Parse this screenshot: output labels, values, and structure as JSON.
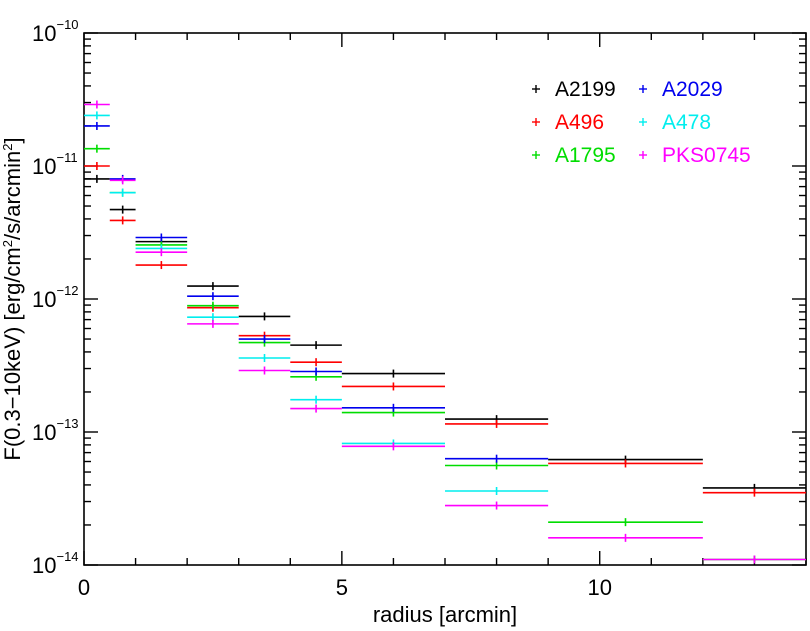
{
  "chart_data": {
    "type": "scatter",
    "xlabel": "radius [arcmin]",
    "ylabel_parts": {
      "prefix": "F(0.3−10keV) [erg/cm",
      "sup1": "2",
      "mid": "/s/arcmin",
      "sup2": "2",
      "suffix": "]"
    },
    "xlim": [
      0,
      14
    ],
    "ylim": [
      1e-14,
      1e-10
    ],
    "yscale": "log",
    "x_ticks": [
      {
        "value": 0,
        "label": "0"
      },
      {
        "value": 5,
        "label": "5"
      },
      {
        "value": 10,
        "label": "10"
      }
    ],
    "y_ticks": [
      {
        "value": 1e-14,
        "mantissa": "10",
        "exponent": "−14"
      },
      {
        "value": 1e-13,
        "mantissa": "10",
        "exponent": "−13"
      },
      {
        "value": 1e-12,
        "mantissa": "10",
        "exponent": "−12"
      },
      {
        "value": 1e-11,
        "mantissa": "10",
        "exponent": "−11"
      },
      {
        "value": 1e-10,
        "mantissa": "10",
        "exponent": "−10"
      }
    ],
    "legend": "top-right",
    "series": [
      {
        "name": "A2199",
        "color": "#000000",
        "points": [
          {
            "x0": 0,
            "x1": 0.5,
            "y": 8e-12
          },
          {
            "x0": 0.5,
            "x1": 1.0,
            "y": 4.7e-12
          },
          {
            "x0": 1.0,
            "x1": 2.0,
            "y": 2.7e-12
          },
          {
            "x0": 2.0,
            "x1": 3.0,
            "y": 1.25e-12
          },
          {
            "x0": 3.0,
            "x1": 4.0,
            "y": 7.4e-13
          },
          {
            "x0": 4.0,
            "x1": 5.0,
            "y": 4.5e-13
          },
          {
            "x0": 5.0,
            "x1": 7.0,
            "y": 2.75e-13
          },
          {
            "x0": 7.0,
            "x1": 9.0,
            "y": 1.25e-13
          },
          {
            "x0": 9.0,
            "x1": 12.0,
            "y": 6.2e-14
          },
          {
            "x0": 12.0,
            "x1": 14.0,
            "y": 3.8e-14
          }
        ]
      },
      {
        "name": "A496",
        "color": "#ff0000",
        "points": [
          {
            "x0": 0,
            "x1": 0.5,
            "y": 1e-11
          },
          {
            "x0": 0.5,
            "x1": 1.0,
            "y": 3.9e-12
          },
          {
            "x0": 1.0,
            "x1": 2.0,
            "y": 1.8e-12
          },
          {
            "x0": 2.0,
            "x1": 3.0,
            "y": 8.6e-13
          },
          {
            "x0": 3.0,
            "x1": 4.0,
            "y": 5.3e-13
          },
          {
            "x0": 4.0,
            "x1": 5.0,
            "y": 3.35e-13
          },
          {
            "x0": 5.0,
            "x1": 7.0,
            "y": 2.2e-13
          },
          {
            "x0": 7.0,
            "x1": 9.0,
            "y": 1.15e-13
          },
          {
            "x0": 9.0,
            "x1": 12.0,
            "y": 5.8e-14
          },
          {
            "x0": 12.0,
            "x1": 14.0,
            "y": 3.5e-14
          }
        ]
      },
      {
        "name": "A1795",
        "color": "#00dd00",
        "points": [
          {
            "x0": 0,
            "x1": 0.5,
            "y": 1.35e-11
          },
          {
            "x0": 0.5,
            "x1": 1.0,
            "y": 6.3e-12
          },
          {
            "x0": 1.0,
            "x1": 2.0,
            "y": 2.55e-12
          },
          {
            "x0": 2.0,
            "x1": 3.0,
            "y": 8.9e-13
          },
          {
            "x0": 3.0,
            "x1": 4.0,
            "y": 4.7e-13
          },
          {
            "x0": 4.0,
            "x1": 5.0,
            "y": 2.6e-13
          },
          {
            "x0": 5.0,
            "x1": 7.0,
            "y": 1.4e-13
          },
          {
            "x0": 7.0,
            "x1": 9.0,
            "y": 5.6e-14
          },
          {
            "x0": 9.0,
            "x1": 12.0,
            "y": 2.1e-14
          },
          {
            "x0": 12.0,
            "x1": 14.0,
            "y": 1.1e-14
          }
        ]
      },
      {
        "name": "A2029",
        "color": "#0000ee",
        "points": [
          {
            "x0": 0,
            "x1": 0.5,
            "y": 2e-11
          },
          {
            "x0": 0.5,
            "x1": 1.0,
            "y": 8e-12
          },
          {
            "x0": 1.0,
            "x1": 2.0,
            "y": 2.9e-12
          },
          {
            "x0": 2.0,
            "x1": 3.0,
            "y": 1.05e-12
          },
          {
            "x0": 3.0,
            "x1": 4.0,
            "y": 5e-13
          },
          {
            "x0": 4.0,
            "x1": 5.0,
            "y": 2.85e-13
          },
          {
            "x0": 5.0,
            "x1": 7.0,
            "y": 1.52e-13
          },
          {
            "x0": 7.0,
            "x1": 9.0,
            "y": 6.3e-14
          }
        ]
      },
      {
        "name": "A478",
        "color": "#00eeee",
        "points": [
          {
            "x0": 0,
            "x1": 0.5,
            "y": 2.4e-11
          },
          {
            "x0": 0.5,
            "x1": 1.0,
            "y": 6.3e-12
          },
          {
            "x0": 1.0,
            "x1": 2.0,
            "y": 2.4e-12
          },
          {
            "x0": 2.0,
            "x1": 3.0,
            "y": 7.3e-13
          },
          {
            "x0": 3.0,
            "x1": 4.0,
            "y": 3.6e-13
          },
          {
            "x0": 4.0,
            "x1": 5.0,
            "y": 1.75e-13
          },
          {
            "x0": 5.0,
            "x1": 7.0,
            "y": 8.2e-14
          },
          {
            "x0": 7.0,
            "x1": 9.0,
            "y": 3.6e-14
          }
        ]
      },
      {
        "name": "PKS0745",
        "color": "#ff00ff",
        "points": [
          {
            "x0": 0,
            "x1": 0.5,
            "y": 2.9e-11
          },
          {
            "x0": 0.5,
            "x1": 1.0,
            "y": 7.8e-12
          },
          {
            "x0": 1.0,
            "x1": 2.0,
            "y": 2.25e-12
          },
          {
            "x0": 2.0,
            "x1": 3.0,
            "y": 6.5e-13
          },
          {
            "x0": 3.0,
            "x1": 4.0,
            "y": 2.9e-13
          },
          {
            "x0": 4.0,
            "x1": 5.0,
            "y": 1.5e-13
          },
          {
            "x0": 5.0,
            "x1": 7.0,
            "y": 7.8e-14
          },
          {
            "x0": 7.0,
            "x1": 9.0,
            "y": 2.8e-14
          },
          {
            "x0": 9.0,
            "x1": 12.0,
            "y": 1.6e-14
          },
          {
            "x0": 12.0,
            "x1": 14.0,
            "y": 1.1e-14
          }
        ]
      }
    ]
  }
}
